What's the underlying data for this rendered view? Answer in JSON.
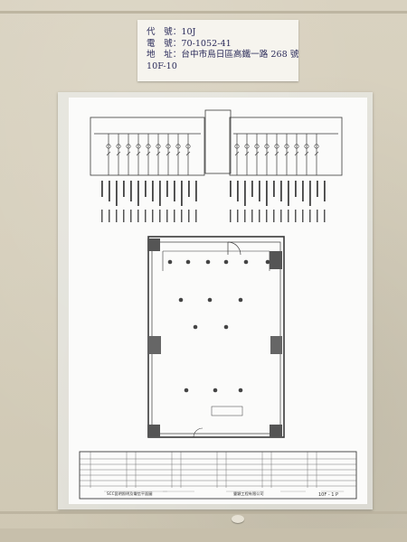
{
  "label_card": {
    "code_label": "代　號：",
    "code_value": "10J",
    "phone_label": "電　號：",
    "phone_value": "70-1052-41",
    "address_label": "地　址：",
    "address_value": "台中市烏日區高鐵一路 268 號",
    "address_line2": "10F-10"
  },
  "title_block": {
    "drawing_title": "SCC昆明照明及電信平面圖",
    "company": "豐穎工程有限公司",
    "page_label": "10F - 1 P"
  },
  "colors": {
    "ink": "#3a3a3a",
    "ink_dark": "#111111",
    "card_text": "#2b2b5a"
  }
}
